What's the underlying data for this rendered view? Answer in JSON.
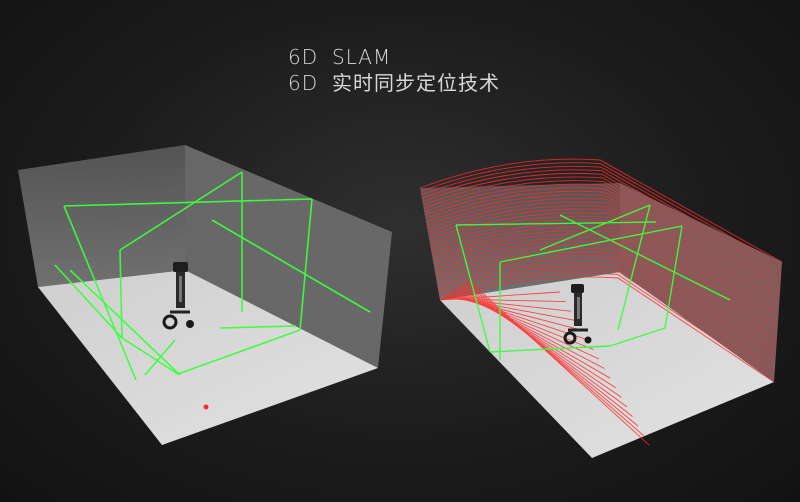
{
  "title": {
    "line1_prefix": "6D",
    "line1_text": "SLAM",
    "line2_prefix": "6D",
    "line2_text": "实时同步定位技术"
  },
  "colors": {
    "background": "#1c1c1c",
    "wall": "#6a6a6a",
    "floor": "#d9d9d9",
    "laser_green": "#3cff3c",
    "scan_red": "#ff2a2a"
  },
  "scenes": [
    {
      "name": "left-room",
      "mode": "laser-planes"
    },
    {
      "name": "right-room",
      "mode": "laser-scan"
    }
  ]
}
